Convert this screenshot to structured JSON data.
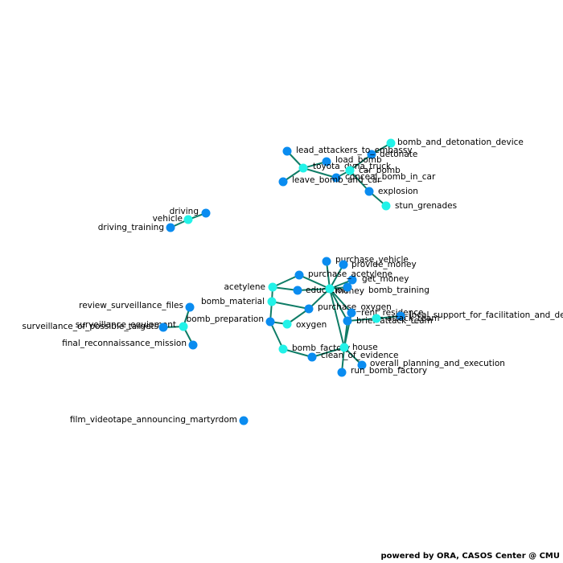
{
  "colors": {
    "task_node": "#0a8cf0",
    "resource_node": "#22f2e8",
    "edge": "#0e7c66"
  },
  "graph": {
    "nodes": [
      {
        "id": "bomb_and_detonation_device",
        "label": "bomb_and_detonation_device",
        "kind": "resource"
      },
      {
        "id": "detonate",
        "label": "detonate",
        "kind": "task"
      },
      {
        "id": "lead_attackers_to_embassy",
        "label": "lead_attackers_to_embassy",
        "kind": "task"
      },
      {
        "id": "load_bomb",
        "label": "load_bomb",
        "kind": "task"
      },
      {
        "id": "toyota_dyna_truck",
        "label": "toyota_dyna_truck",
        "kind": "resource"
      },
      {
        "id": "car_bomb",
        "label": "car_bomb",
        "kind": "resource"
      },
      {
        "id": "conceal_bomb_in_car",
        "label": "conceal_bomb_in_car",
        "kind": "task"
      },
      {
        "id": "leave_bomb_and_car",
        "label": "leave_bomb_and_car",
        "kind": "task"
      },
      {
        "id": "explosion",
        "label": "explosion",
        "kind": "task"
      },
      {
        "id": "stun_grenades",
        "label": "stun_grenades",
        "kind": "resource"
      },
      {
        "id": "driving",
        "label": "driving",
        "kind": "task"
      },
      {
        "id": "vehicle",
        "label": "vehicle",
        "kind": "resource"
      },
      {
        "id": "driving_training",
        "label": "driving_training",
        "kind": "task"
      },
      {
        "id": "purchase_vehicle",
        "label": "purchase_vehicle",
        "kind": "task"
      },
      {
        "id": "provide_money",
        "label": "provide_money",
        "kind": "task"
      },
      {
        "id": "get_money",
        "label": "get_money",
        "kind": "task"
      },
      {
        "id": "purchase_acetylene",
        "label": "purchase_acetylene",
        "kind": "task"
      },
      {
        "id": "acetylene",
        "label": "acetylene",
        "kind": "resource"
      },
      {
        "id": "education",
        "label": "education",
        "kind": "task"
      },
      {
        "id": "money",
        "label": "money",
        "kind": "resource"
      },
      {
        "id": "bomb_training",
        "label": "bomb_training",
        "kind": "task"
      },
      {
        "id": "bomb_material",
        "label": "bomb_material",
        "kind": "resource"
      },
      {
        "id": "purchase_oxygen",
        "label": "purchase_oxygen",
        "kind": "task"
      },
      {
        "id": "rent_residence",
        "label": "rent_residence",
        "kind": "task"
      },
      {
        "id": "local_support_for_facilitation_and_delivery",
        "label": "local_support_for_facilitation_and_delivery",
        "kind": "task"
      },
      {
        "id": "brief_attack_team",
        "label": "brief_attack_team",
        "kind": "task"
      },
      {
        "id": "attack_team",
        "label": "attack_team",
        "kind": "resource"
      },
      {
        "id": "bomb_preparation",
        "label": "bomb_preparation",
        "kind": "task"
      },
      {
        "id": "oxygen",
        "label": "oxygen",
        "kind": "resource"
      },
      {
        "id": "bomb_factory",
        "label": "bomb_factory",
        "kind": "resource"
      },
      {
        "id": "house",
        "label": "house",
        "kind": "resource"
      },
      {
        "id": "clean_of_evidence",
        "label": "clean_of_evidence",
        "kind": "task"
      },
      {
        "id": "overall_planning_and_execution",
        "label": "overall_planning_and_execution",
        "kind": "task"
      },
      {
        "id": "run_bomb_factory",
        "label": "run_bomb_factory",
        "kind": "task"
      },
      {
        "id": "review_surveillance_files",
        "label": "review_surveillance_files",
        "kind": "task"
      },
      {
        "id": "surveillance_equipment",
        "label": "surveillance_equipment",
        "kind": "resource"
      },
      {
        "id": "surveillance_of_possible_targets",
        "label": "surveillance_of_possible_targets",
        "kind": "task"
      },
      {
        "id": "final_reconnaissance_mission",
        "label": "final_reconnaissance_mission",
        "kind": "task"
      },
      {
        "id": "film_videotape_announcing_martyrdom",
        "label": "film_videotape_announcing_martyrdom",
        "kind": "task"
      }
    ],
    "edges": [
      [
        "lead_attackers_to_embassy",
        "toyota_dyna_truck"
      ],
      [
        "load_bomb",
        "toyota_dyna_truck"
      ],
      [
        "leave_bomb_and_car",
        "toyota_dyna_truck"
      ],
      [
        "toyota_dyna_truck",
        "conceal_bomb_in_car"
      ],
      [
        "conceal_bomb_in_car",
        "car_bomb"
      ],
      [
        "car_bomb",
        "detonate"
      ],
      [
        "detonate",
        "bomb_and_detonation_device"
      ],
      [
        "car_bomb",
        "explosion"
      ],
      [
        "explosion",
        "stun_grenades"
      ],
      [
        "driving",
        "vehicle"
      ],
      [
        "vehicle",
        "driving_training"
      ],
      [
        "purchase_vehicle",
        "money"
      ],
      [
        "provide_money",
        "money"
      ],
      [
        "get_money",
        "money"
      ],
      [
        "purchase_acetylene",
        "money"
      ],
      [
        "education",
        "money"
      ],
      [
        "bomb_training",
        "money"
      ],
      [
        "purchase_oxygen",
        "money"
      ],
      [
        "money",
        "rent_residence"
      ],
      [
        "money",
        "brief_attack_team"
      ],
      [
        "money",
        "house"
      ],
      [
        "acetylene",
        "purchase_acetylene"
      ],
      [
        "acetylene",
        "bomb_material"
      ],
      [
        "acetylene",
        "education"
      ],
      [
        "bomb_material",
        "purchase_oxygen"
      ],
      [
        "bomb_material",
        "bomb_preparation"
      ],
      [
        "bomb_preparation",
        "oxygen"
      ],
      [
        "oxygen",
        "purchase_oxygen"
      ],
      [
        "bomb_preparation",
        "bomb_factory"
      ],
      [
        "bomb_factory",
        "clean_of_evidence"
      ],
      [
        "clean_of_evidence",
        "house"
      ],
      [
        "house",
        "brief_attack_team"
      ],
      [
        "house",
        "rent_residence"
      ],
      [
        "house",
        "overall_planning_and_execution"
      ],
      [
        "house",
        "run_bomb_factory"
      ],
      [
        "brief_attack_team",
        "attack_team"
      ],
      [
        "attack_team",
        "local_support_for_facilitation_and_delivery"
      ],
      [
        "review_surveillance_files",
        "surveillance_equipment"
      ],
      [
        "surveillance_of_possible_targets",
        "surveillance_equipment"
      ],
      [
        "surveillance_equipment",
        "final_reconnaissance_mission"
      ]
    ]
  },
  "footer": {
    "credit": "powered by ORA, CASOS Center @ CMU"
  }
}
